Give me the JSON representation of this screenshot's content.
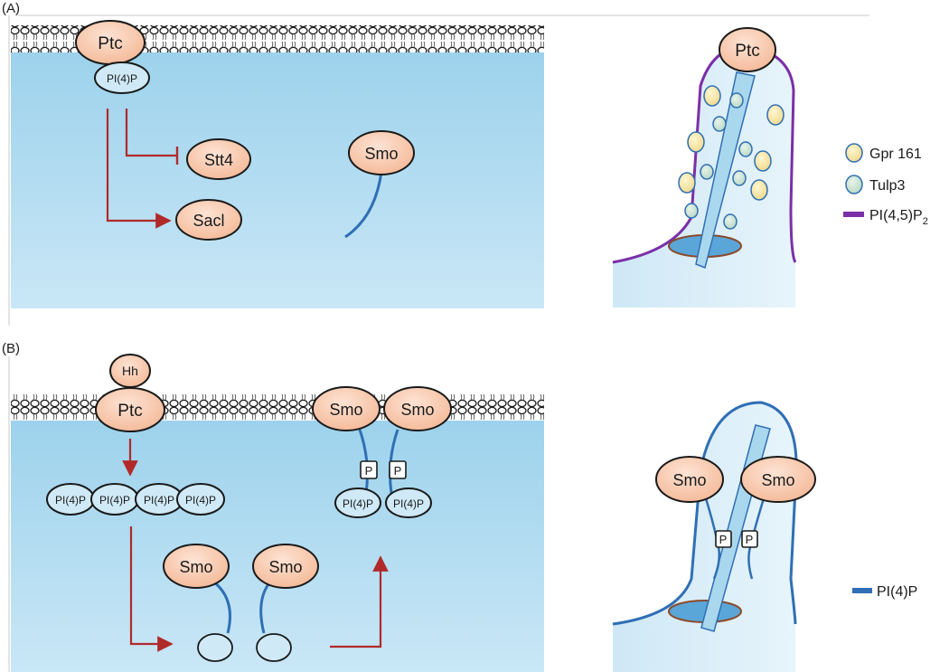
{
  "panels": {
    "a": {
      "label": "(A)"
    },
    "b": {
      "label": "(B)"
    }
  },
  "proteins": {
    "ptc": "Ptc",
    "smo": "Smo",
    "stt4": "Stt4",
    "sacl": "Sacl",
    "hh": "Hh",
    "pi4p": "PI(4)P",
    "p": "P"
  },
  "legend_a": {
    "gpr161": "Gpr 161",
    "tulp3": "Tulp3",
    "pip2_base": "PI(4,5)P",
    "pip2_sub": "2"
  },
  "legend_b": {
    "pi4p": "PI(4)P"
  },
  "colors": {
    "cytoplasm": "#a9d7ee",
    "protein_fill": "#f7c6a9",
    "arrow": "#b02a2a",
    "pip2_line": "#7b2fa8",
    "pi4p_line": "#2f6fb5",
    "gpr161": "#f6e7a8",
    "tulp3": "#cfe6d9"
  }
}
